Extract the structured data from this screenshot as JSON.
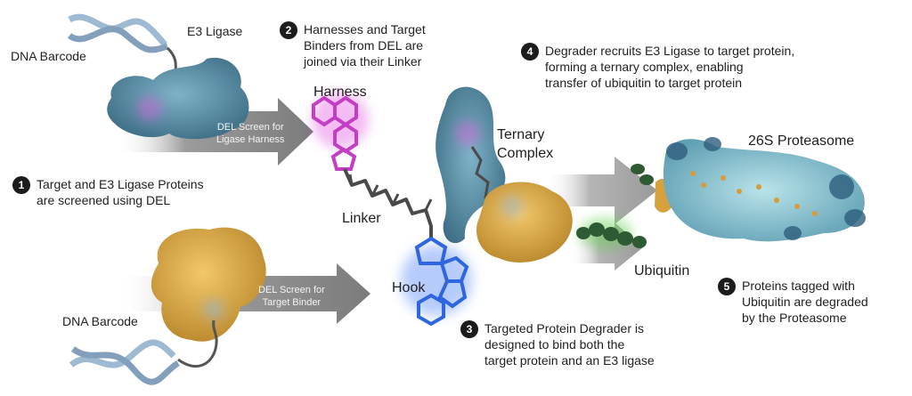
{
  "labels": {
    "dna_barcode_top": "DNA Barcode",
    "e3_ligase": "E3 Ligase",
    "dna_barcode_bottom": "DNA Barcode",
    "harness": "Harness",
    "linker": "Linker",
    "hook": "Hook",
    "ternary_complex": [
      "Ternary",
      "Complex"
    ],
    "ubiquitin": "Ubiquitin",
    "proteasome": "26S Proteasome"
  },
  "arrows": {
    "del_ligase": [
      "DEL Screen for",
      "Ligase Harness"
    ],
    "del_target": [
      "DEL Screen for",
      "Target Binder"
    ]
  },
  "steps": [
    {
      "number": "1",
      "lines": [
        "Target and E3 Ligase Proteins",
        "are screened using DEL"
      ]
    },
    {
      "number": "2",
      "lines": [
        "Harnesses and Target",
        "Binders from DEL are",
        "joined via their Linker"
      ]
    },
    {
      "number": "3",
      "lines": [
        "Targeted Protein Degrader is",
        "designed to bind both the",
        "target protein and an E3 ligase"
      ]
    },
    {
      "number": "4",
      "lines": [
        "Degrader recruits E3 Ligase to target protein,",
        "forming a ternary complex, enabling",
        "transfer of ubiquitin to target protein"
      ]
    },
    {
      "number": "5",
      "lines": [
        "Proteins tagged with",
        "Ubiquitin are degraded",
        "by the Proteasome"
      ]
    }
  ],
  "colors": {
    "harness": "#c23fc4",
    "hook": "#2f66e0",
    "ubiquitin_glow": "#5fd04a",
    "e3_ligase_protein": "#4f849c",
    "target_protein": "#d8a848",
    "arrow_gray": "#8a8a8a",
    "step_badge": "#1c1c1c"
  }
}
